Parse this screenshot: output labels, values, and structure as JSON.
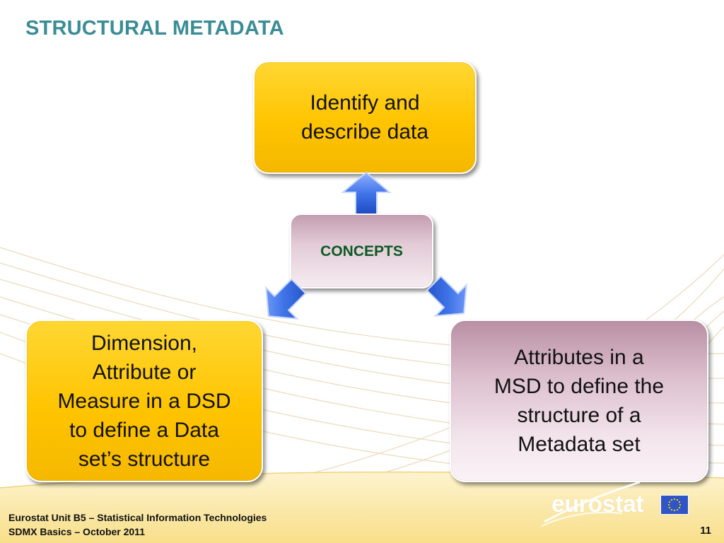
{
  "slide": {
    "title": "STRUCTURAL METADATA",
    "boxes": {
      "identify": [
        "Identify and",
        "describe data"
      ],
      "concepts": "CONCEPTS",
      "dimension": [
        "Dimension,",
        "Attribute or",
        "Measure in a DSD",
        "to define a Data",
        "set’s structure"
      ],
      "attributes": [
        "Attributes in a",
        "MSD to define the",
        "structure of a",
        "Metadata set"
      ]
    },
    "footer": {
      "line1": "Eurostat Unit B5 – Statistical Information Technologies",
      "line2": "SDMX Basics – October 2011",
      "page_number": "11"
    },
    "logo": {
      "text": "eurostat"
    }
  },
  "colors": {
    "title": "#3a8c95",
    "yellow_box": "#ffc400",
    "pink_box": "#dcbfcd",
    "concepts_text": "#0b5a24",
    "arrow": "#3f74e8",
    "footer_band": "#fbe9a8"
  },
  "icons": {
    "up_arrow": "arrow-up-icon",
    "down_left_arrow": "arrow-down-left-icon",
    "down_right_arrow": "arrow-down-right-icon",
    "flag": "eu-flag-icon"
  }
}
